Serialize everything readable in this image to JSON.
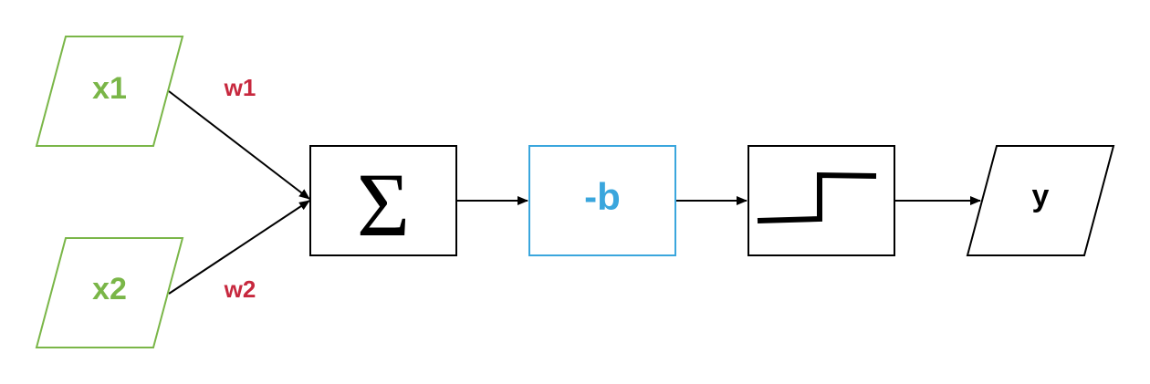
{
  "diagram": {
    "nodes": {
      "input_x1": {
        "label": "x1",
        "color": "#7ab648"
      },
      "input_x2": {
        "label": "x2",
        "color": "#7ab648"
      },
      "sum": {
        "label": "Σ",
        "color": "#000000"
      },
      "bias": {
        "label": "-b",
        "color": "#3aa6dd"
      },
      "activation": {
        "icon": "step-function-icon",
        "color": "#000000"
      },
      "output_y": {
        "label": "y",
        "color": "#000000"
      }
    },
    "weights": {
      "w1": {
        "label": "w1",
        "color": "#c7283e"
      },
      "w2": {
        "label": "w2",
        "color": "#c7283e"
      }
    },
    "edges": [
      {
        "from": "input_x1",
        "to": "sum"
      },
      {
        "from": "input_x2",
        "to": "sum"
      },
      {
        "from": "sum",
        "to": "bias"
      },
      {
        "from": "bias",
        "to": "activation"
      },
      {
        "from": "activation",
        "to": "output_y"
      }
    ]
  }
}
